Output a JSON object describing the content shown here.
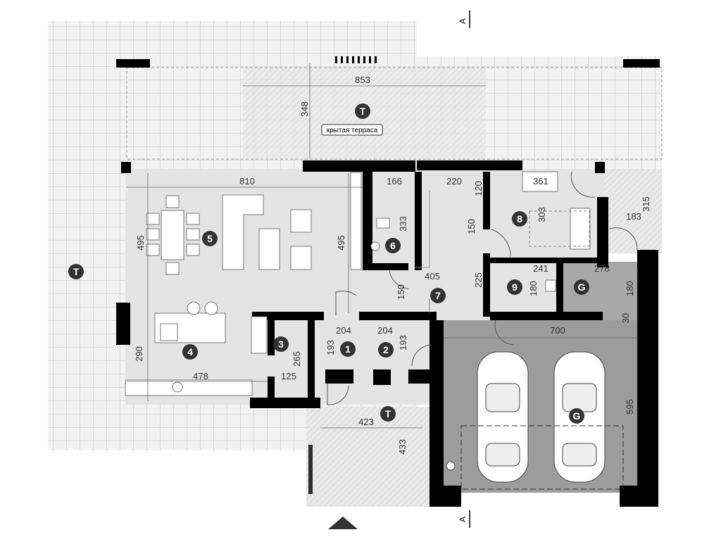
{
  "title": "Floor plan",
  "terrace_label": "крытая терраса",
  "section_marks": [
    "A",
    "A"
  ],
  "colors": {
    "interior": "#e4e4e4",
    "garage": "#9c9c9c",
    "storage": "#a8a8a8",
    "terrace": "#f0f0f0",
    "wall": "#000000",
    "marker": "#333333"
  },
  "rooms": [
    {
      "id": "T",
      "label": "T"
    },
    {
      "id": "T2",
      "label": "T"
    },
    {
      "id": "T3",
      "label": "T"
    },
    {
      "id": "1",
      "label": "1"
    },
    {
      "id": "2",
      "label": "2"
    },
    {
      "id": "3",
      "label": "3"
    },
    {
      "id": "4",
      "label": "4"
    },
    {
      "id": "5",
      "label": "5"
    },
    {
      "id": "6",
      "label": "6"
    },
    {
      "id": "7",
      "label": "7"
    },
    {
      "id": "8",
      "label": "8"
    },
    {
      "id": "9",
      "label": "9"
    },
    {
      "id": "G",
      "label": "G"
    },
    {
      "id": "G2",
      "label": "G"
    }
  ],
  "dimensions": [
    "853",
    "348",
    "810",
    "495",
    "495",
    "166",
    "333",
    "220",
    "120",
    "150",
    "361",
    "303",
    "183",
    "315",
    "405",
    "150",
    "225",
    "241",
    "180",
    "278",
    "180",
    "30",
    "700",
    "595",
    "204",
    "193",
    "204",
    "193",
    "265",
    "125",
    "290",
    "478",
    "423",
    "433"
  ]
}
